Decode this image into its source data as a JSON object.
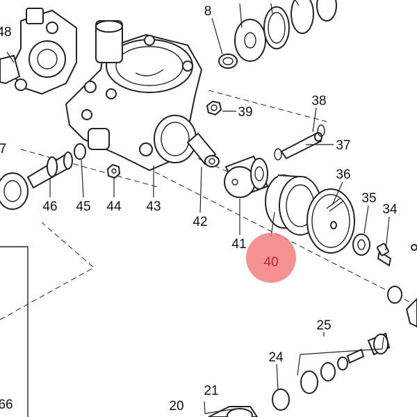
{
  "diagram": {
    "highlight_color": "#f06d6d",
    "callouts": [
      {
        "id": "8",
        "label": "8"
      },
      {
        "id": "38",
        "label": "38"
      },
      {
        "id": "39",
        "label": "39"
      },
      {
        "id": "37",
        "label": "37"
      },
      {
        "id": "36",
        "label": "36"
      },
      {
        "id": "35",
        "label": "35"
      },
      {
        "id": "34",
        "label": "34"
      },
      {
        "id": "48",
        "label": "48"
      },
      {
        "id": "46",
        "label": "46"
      },
      {
        "id": "45",
        "label": "45"
      },
      {
        "id": "44",
        "label": "44"
      },
      {
        "id": "43",
        "label": "43"
      },
      {
        "id": "42",
        "label": "42"
      },
      {
        "id": "41",
        "label": "41"
      },
      {
        "id": "40",
        "label": "40"
      },
      {
        "id": "25",
        "label": "25"
      },
      {
        "id": "24",
        "label": "24"
      },
      {
        "id": "21",
        "label": "21"
      },
      {
        "id": "20",
        "label": "20"
      },
      {
        "id": "66",
        "label": "66"
      },
      {
        "id": "7",
        "label": "7"
      }
    ]
  }
}
